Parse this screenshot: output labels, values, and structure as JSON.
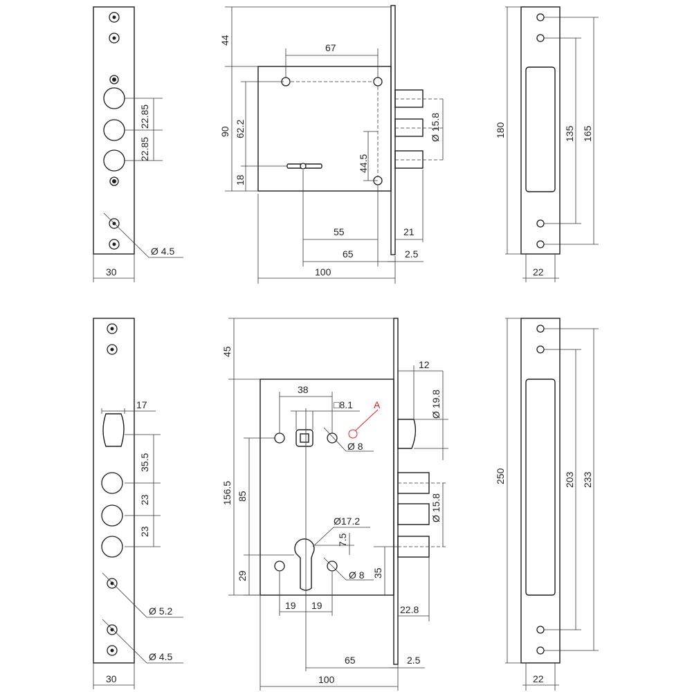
{
  "dimensions": {
    "top_front_width": "30",
    "top_front_hole_dia": "Ø 4.5",
    "top_front_spacing_a": "22.85",
    "top_front_spacing_b": "22.85",
    "top_side_44": "44",
    "top_side_67": "67",
    "top_side_90": "90",
    "top_side_62_2": "62.2",
    "top_side_18": "18",
    "top_side_44_5": "44.5",
    "top_side_bolt_dia": "Ø 15.8",
    "top_side_55": "55",
    "top_side_65": "65",
    "top_side_21": "21",
    "top_side_2_5": "2.5",
    "top_side_100": "100",
    "top_strike_180": "180",
    "top_strike_135": "135",
    "top_strike_165": "165",
    "top_strike_22": "22",
    "bot_front_width": "30",
    "bot_front_17": "17",
    "bot_front_35_5": "35.5",
    "bot_front_23a": "23",
    "bot_front_23b": "23",
    "bot_front_dia_5_2": "Ø 5.2",
    "bot_front_dia_4_5": "Ø 4.5",
    "bot_side_45": "45",
    "bot_side_38": "38",
    "bot_side_sq": "□8.1",
    "bot_side_A": "A",
    "bot_side_dia8_top": "Ø 8",
    "bot_side_12": "12",
    "bot_side_latch_dia": "Ø 19.8",
    "bot_side_156_5": "156.5",
    "bot_side_85": "85",
    "bot_side_bolt_dia": "Ø 15.8",
    "bot_side_17_2": "Ø17.2",
    "bot_side_7_5": "7.5",
    "bot_side_29": "29",
    "bot_side_dia8_bot": "Ø 8",
    "bot_side_35": "35",
    "bot_side_19a": "19",
    "bot_side_19b": "19",
    "bot_side_22_8": "22.8",
    "bot_side_65": "65",
    "bot_side_2_5": "2.5",
    "bot_side_100": "100",
    "bot_strike_250": "250",
    "bot_strike_203": "203",
    "bot_strike_233": "233",
    "bot_strike_22": "22"
  },
  "colors": {
    "line": "#1a1a1a",
    "annotation_red": "#e02020"
  }
}
